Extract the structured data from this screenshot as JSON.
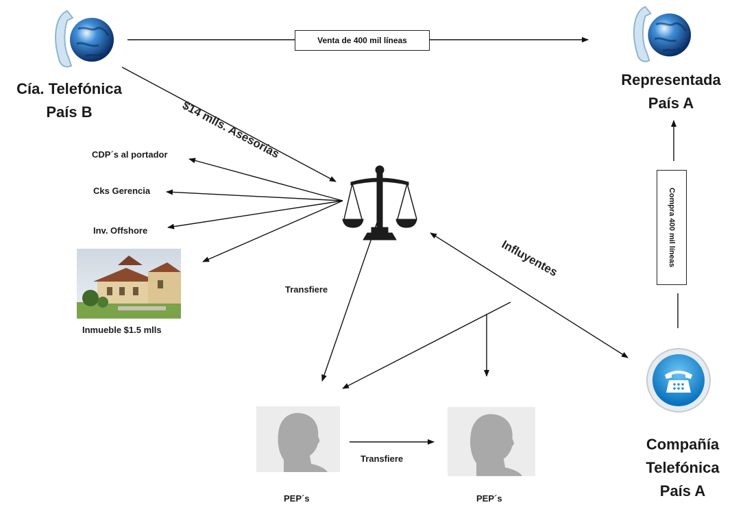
{
  "entities": {
    "cia_telefonica_b": [
      "Cía. Telefónica",
      "País B"
    ],
    "representada_a": [
      "Representada",
      "País A"
    ],
    "compania_telefonica_a": [
      "Compañía",
      "Telefónica",
      "País A"
    ]
  },
  "flows": {
    "venta": "Venta de 400 mil líneas",
    "compra": "Compra 400 mil líneas",
    "asesorias": "$14 mlls. Asesorías",
    "influyentes": "Influyentes",
    "transfiere_1": "Transfiere",
    "transfiere_2": "Transfiere"
  },
  "assets": {
    "cdp": "CDP´s al portador",
    "cks": "Cks Gerencia",
    "offshore": "Inv. Offshore",
    "inmueble": "Inmueble $1.5 mlls"
  },
  "persons": {
    "pep_left": "PEP´s",
    "pep_right": "PEP´s"
  },
  "icons": [
    "globe-phone-icon",
    "scales-of-justice-icon",
    "telephone-button-icon",
    "person-silhouette-icon",
    "house-photo"
  ]
}
